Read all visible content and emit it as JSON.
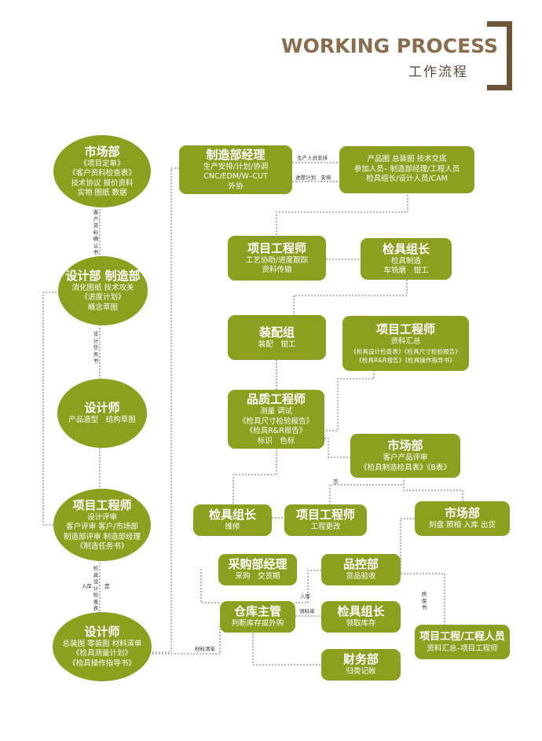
{
  "header": {
    "title_en": "WORKING PROCESS",
    "title_zh": "工作流程"
  },
  "nodes": {
    "market1": {
      "title": "市场部",
      "lines": [
        "《项目定单》",
        "《客户资料检查表》",
        "技术协议 报价资料",
        "实物 图纸 数据"
      ]
    },
    "design_mfg": {
      "title": "设计部 制造部",
      "lines": [
        "消化图纸 技术攻关",
        "《进度计划》",
        "概念草图"
      ]
    },
    "designer1": {
      "title": "设计师",
      "lines": [
        "产品造型　结构草图"
      ]
    },
    "pe_left": {
      "title": "项目工程师",
      "lines": [
        "设计评审",
        "客户评审 客户/市场部",
        "制造部评审 制造部经理",
        "《制造任务书》"
      ]
    },
    "designer2": {
      "title": "设计师",
      "lines": [
        "总装图 零装图 材料清单",
        "《检具测量计划》",
        "《检具操作指导书》"
      ]
    },
    "mfg_mgr": {
      "title": "制造部经理",
      "lines": [
        "生产安排/计划/协调",
        "CNC/EDM/W–CUT",
        "外协"
      ]
    },
    "product_info": {
      "lines": [
        "产品图 总装图 技术交底",
        "参加人员– 制造部经理/工程人员",
        "检具组长/设计人员/CAM"
      ]
    },
    "pe_mid": {
      "title": "项目工程师",
      "lines": [
        "工艺协助/进度跟踪",
        "资料传输"
      ]
    },
    "gauge_lead1": {
      "title": "检具组长",
      "lines": [
        "检具制造",
        "车铣磨　钳工"
      ]
    },
    "assembly": {
      "title": "装配组",
      "lines": [
        "装配　钳工"
      ]
    },
    "pe_right": {
      "title": "项目工程师",
      "lines": [
        "资料汇总",
        "《检具设计检查表》《检具尺寸检验报告》",
        "《检具R&R报告》《检具操作指导书》"
      ]
    },
    "quality": {
      "title": "品质工程师",
      "lines": [
        "测量 调试",
        "《检具尺寸检验报告》",
        "《检具R&R报告》",
        "标识　色标"
      ]
    },
    "market2": {
      "title": "市场部",
      "lines": [
        "客户产品评审",
        "《检具制造检具表》《B表》"
      ]
    },
    "gauge_lead2": {
      "title": "检具组长",
      "lines": [
        "维修"
      ]
    },
    "pe_change": {
      "title": "项目工程师",
      "lines": [
        "工程更改"
      ]
    },
    "market3": {
      "title": "市场部",
      "lines": [
        "刻盘 照相 入库 出货"
      ]
    },
    "purchase": {
      "title": "采购部经理",
      "lines": [
        "采购　交货期"
      ]
    },
    "qc": {
      "title": "品控部",
      "lines": [
        "货品验收"
      ]
    },
    "warehouse": {
      "title": "仓库主管",
      "lines": [
        "判断库存或外购"
      ]
    },
    "gauge_lead3": {
      "title": "检具组长",
      "lines": [
        "领取库存"
      ]
    },
    "pe_staff": {
      "title": "项目工程/工程人员",
      "lines": [
        "资料汇总–项目工程师"
      ]
    },
    "finance": {
      "title": "财务部",
      "lines": [
        "归类记帐"
      ]
    }
  },
  "labels": {
    "production_arrange": "生产人员安排",
    "schedule_arrange": "进度计划　安排",
    "customer_confirm": "客户资料确认书",
    "design_task": "设计任务书",
    "gauge_design_check": "检具设计检查表",
    "yes": "是",
    "into_stock": "入库",
    "no": "否",
    "in_stock": "入库",
    "pick_stock": "领料单",
    "quality_cert": "质保书",
    "material_list": "材料清单"
  }
}
